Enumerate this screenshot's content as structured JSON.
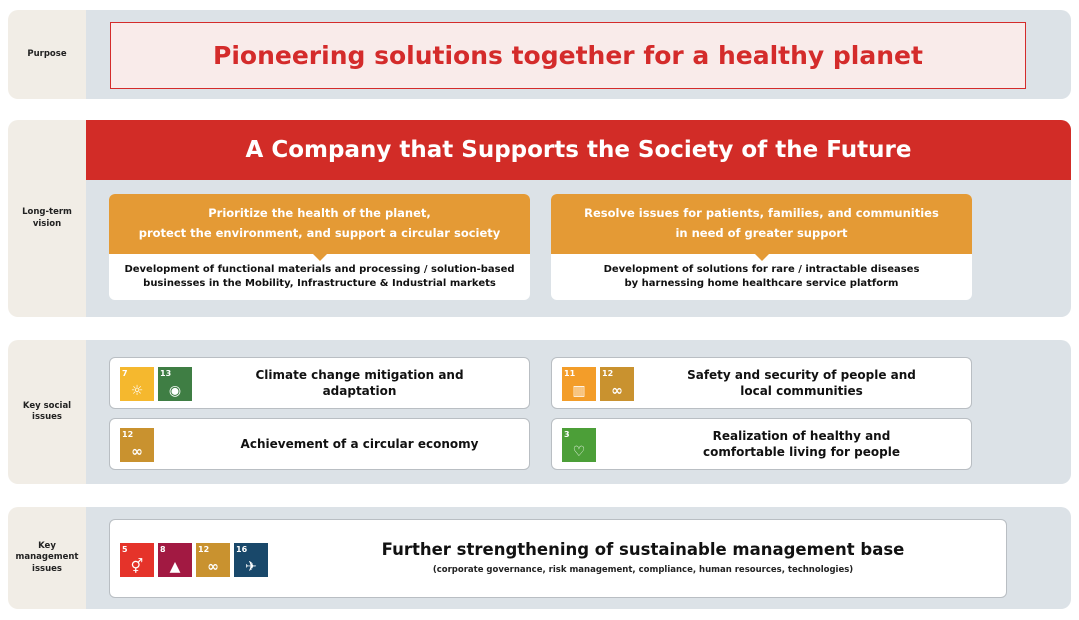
{
  "purpose": {
    "label": "Purpose",
    "text": "Pioneering solutions together for a healthy planet"
  },
  "vision": {
    "label_line1": "Long-term",
    "label_line2": "vision",
    "banner": "A Company that Supports the Society of the Future",
    "cards": [
      {
        "head1": "Prioritize the health of the planet,",
        "head2": "protect the environment, and support a circular society",
        "body1": "Development of functional materials and processing / solution-based",
        "body2": "businesses in the Mobility, Infrastructure & Industrial markets"
      },
      {
        "head1": "Resolve issues for patients, families, and communities",
        "head2": "in need of greater support",
        "body1": "Development of solutions for rare / intractable diseases",
        "body2": "by harnessing home healthcare service platform"
      }
    ]
  },
  "social": {
    "label_line1": "Key social",
    "label_line2": "issues",
    "items": [
      {
        "line1": "Climate change mitigation and",
        "line2": "adaptation",
        "sdgs": [
          {
            "num": "7",
            "color": "#f5b82e",
            "icon": "sun-icon",
            "glyph": "☼"
          },
          {
            "num": "13",
            "color": "#3f7e44",
            "icon": "eye-globe-icon",
            "glyph": "◉"
          }
        ]
      },
      {
        "line1": "Safety and security of people and",
        "line2": "local communities",
        "sdgs": [
          {
            "num": "11",
            "color": "#f39d29",
            "icon": "city-icon",
            "glyph": "▥"
          },
          {
            "num": "12",
            "color": "#c9922f",
            "icon": "infinity-icon",
            "glyph": "∞"
          }
        ]
      },
      {
        "line1": "Achievement of a circular economy",
        "line2": "",
        "sdgs": [
          {
            "num": "12",
            "color": "#c9922f",
            "icon": "infinity-icon",
            "glyph": "∞"
          }
        ]
      },
      {
        "line1": "Realization of healthy and",
        "line2": "comfortable living for people",
        "sdgs": [
          {
            "num": "3",
            "color": "#4c9f38",
            "icon": "heartbeat-icon",
            "glyph": "♡"
          }
        ]
      }
    ]
  },
  "management": {
    "label_line1": "Key",
    "label_line2": "management",
    "label_line3": "issues",
    "title": "Further strengthening of  sustainable management base",
    "subtitle": "(corporate governance, risk management, compliance, human resources, technologies)",
    "sdgs": [
      {
        "num": "5",
        "color": "#e5332a",
        "icon": "gender-icon",
        "glyph": "⚥"
      },
      {
        "num": "8",
        "color": "#a21942",
        "icon": "growth-chart-icon",
        "glyph": "▲"
      },
      {
        "num": "12",
        "color": "#c9922f",
        "icon": "infinity-icon",
        "glyph": "∞"
      },
      {
        "num": "16",
        "color": "#19486a",
        "icon": "dove-icon",
        "glyph": "✈"
      }
    ]
  }
}
